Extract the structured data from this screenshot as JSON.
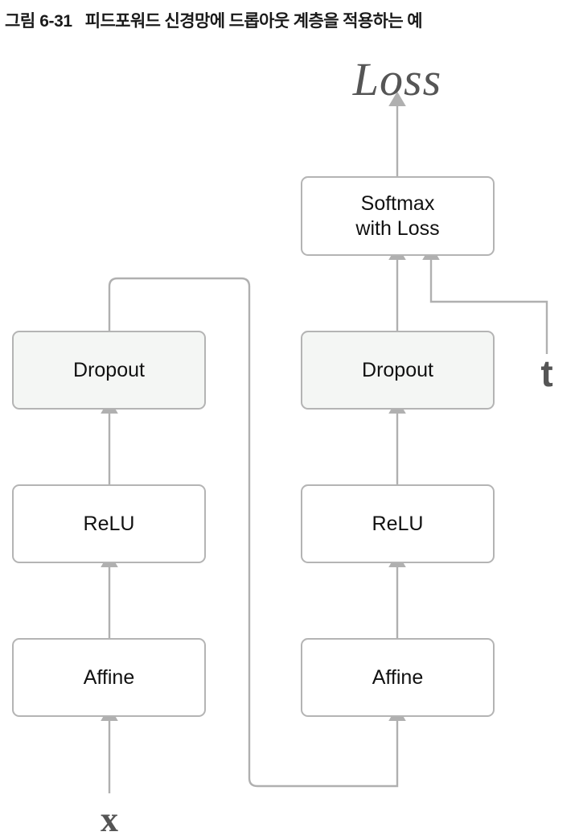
{
  "figure": {
    "caption_number": "그림 6-31",
    "caption_text": "피드포워드 신경망에 드롭아웃 계층을 적용하는 예",
    "background_color": "#ffffff",
    "box_border_color": "#b4b4b4",
    "box_fill_default": "#ffffff",
    "box_fill_highlight": "#f4f6f4",
    "wire_color": "#b0b0b0",
    "arrow_color": "#b0b0b0",
    "label_color": "#555555",
    "text_color": "#111111"
  },
  "labels": {
    "loss": "Loss",
    "target": "t",
    "input": "x"
  },
  "columns": [
    {
      "name": "left-column",
      "nodes": [
        {
          "id": "left-dropout",
          "label": "Dropout",
          "highlight": true
        },
        {
          "id": "left-relu",
          "label": "ReLU",
          "highlight": false
        },
        {
          "id": "left-affine",
          "label": "Affine",
          "highlight": false
        }
      ]
    },
    {
      "name": "right-column",
      "nodes": [
        {
          "id": "softmax-with-loss",
          "label": "Softmax\nwith Loss",
          "highlight": false
        },
        {
          "id": "right-dropout",
          "label": "Dropout",
          "highlight": true
        },
        {
          "id": "right-relu",
          "label": "ReLU",
          "highlight": false
        },
        {
          "id": "right-affine",
          "label": "Affine",
          "highlight": false
        }
      ]
    }
  ],
  "nodes": {
    "left_dropout": "Dropout",
    "left_relu": "ReLU",
    "left_affine": "Affine",
    "softmax": "Softmax\nwith Loss",
    "right_dropout": "Dropout",
    "right_relu": "ReLU",
    "right_affine": "Affine"
  },
  "connections": [
    {
      "from": "x",
      "to": "left-affine",
      "kind": "arrow"
    },
    {
      "from": "left-affine",
      "to": "left-relu",
      "kind": "arrow"
    },
    {
      "from": "left-relu",
      "to": "left-dropout",
      "kind": "arrow"
    },
    {
      "from": "left-dropout",
      "to": "right-affine",
      "kind": "arrow-routed"
    },
    {
      "from": "right-affine",
      "to": "right-relu",
      "kind": "arrow"
    },
    {
      "from": "right-relu",
      "to": "right-dropout",
      "kind": "arrow"
    },
    {
      "from": "right-dropout",
      "to": "softmax-with-loss",
      "kind": "arrow"
    },
    {
      "from": "t",
      "to": "softmax-with-loss",
      "kind": "arrow-routed"
    },
    {
      "from": "softmax-with-loss",
      "to": "Loss",
      "kind": "arrow"
    }
  ]
}
